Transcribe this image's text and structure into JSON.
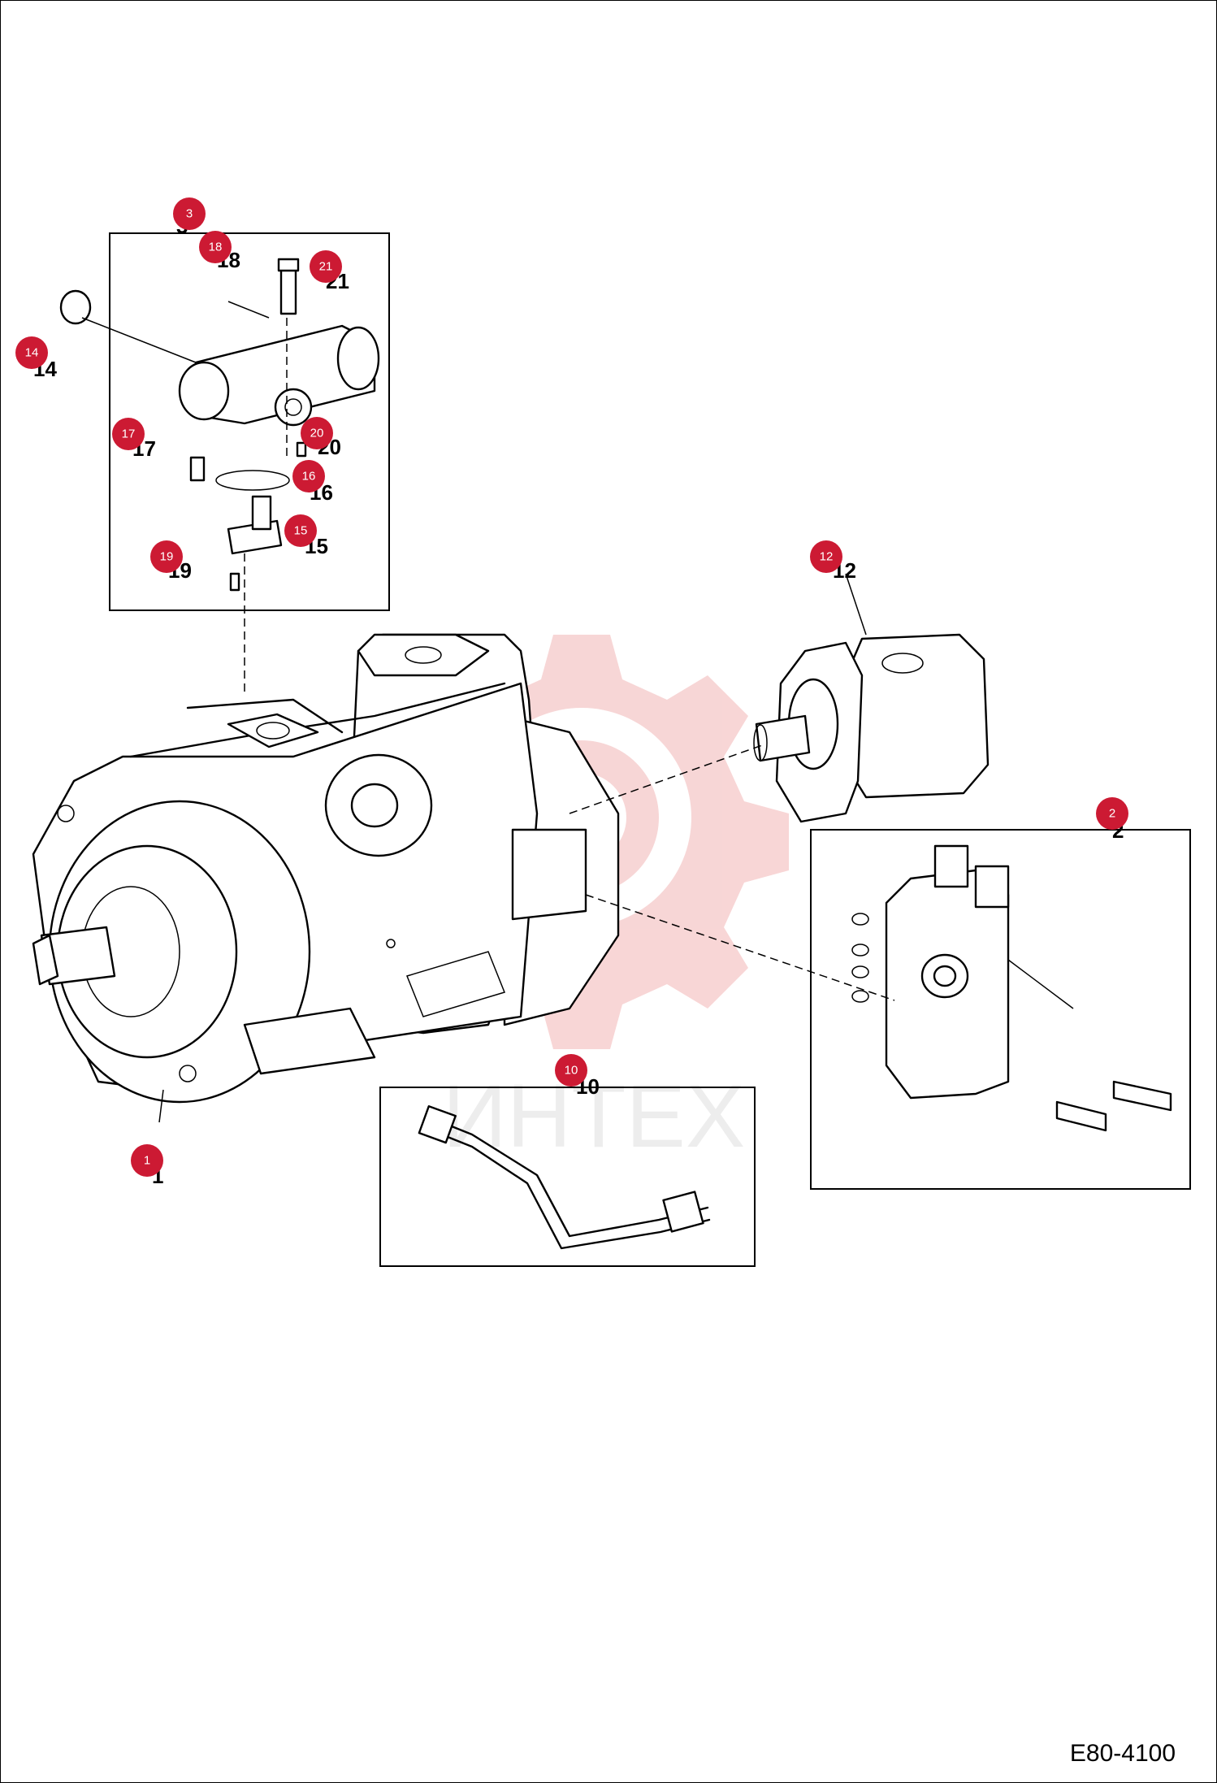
{
  "document_number": "E80-4100",
  "watermark": "ИНТЕХ",
  "part_labels": [
    {
      "id": "p3",
      "text": "3"
    },
    {
      "id": "p18",
      "text": "18"
    },
    {
      "id": "p21",
      "text": "21"
    },
    {
      "id": "p14",
      "text": "14"
    },
    {
      "id": "p17",
      "text": "17"
    },
    {
      "id": "p20",
      "text": "20"
    },
    {
      "id": "p16",
      "text": "16"
    },
    {
      "id": "p15",
      "text": "15"
    },
    {
      "id": "p19",
      "text": "19"
    },
    {
      "id": "p12",
      "text": "12"
    },
    {
      "id": "p2",
      "text": "2"
    },
    {
      "id": "p10",
      "text": "10"
    },
    {
      "id": "p1",
      "text": "1"
    }
  ],
  "callouts": [
    {
      "id": "c3",
      "text": "3"
    },
    {
      "id": "c18",
      "text": "18"
    },
    {
      "id": "c21",
      "text": "21"
    },
    {
      "id": "c14",
      "text": "14"
    },
    {
      "id": "c17",
      "text": "17"
    },
    {
      "id": "c20",
      "text": "20"
    },
    {
      "id": "c16",
      "text": "16"
    },
    {
      "id": "c15",
      "text": "15"
    },
    {
      "id": "c19",
      "text": "19"
    },
    {
      "id": "c12",
      "text": "12"
    },
    {
      "id": "c2",
      "text": "2"
    },
    {
      "id": "c10",
      "text": "10"
    },
    {
      "id": "c1",
      "text": "1"
    }
  ],
  "colors": {
    "callout": "#cc1a33",
    "watermark": "#f2b5b5",
    "line": "#000000"
  }
}
